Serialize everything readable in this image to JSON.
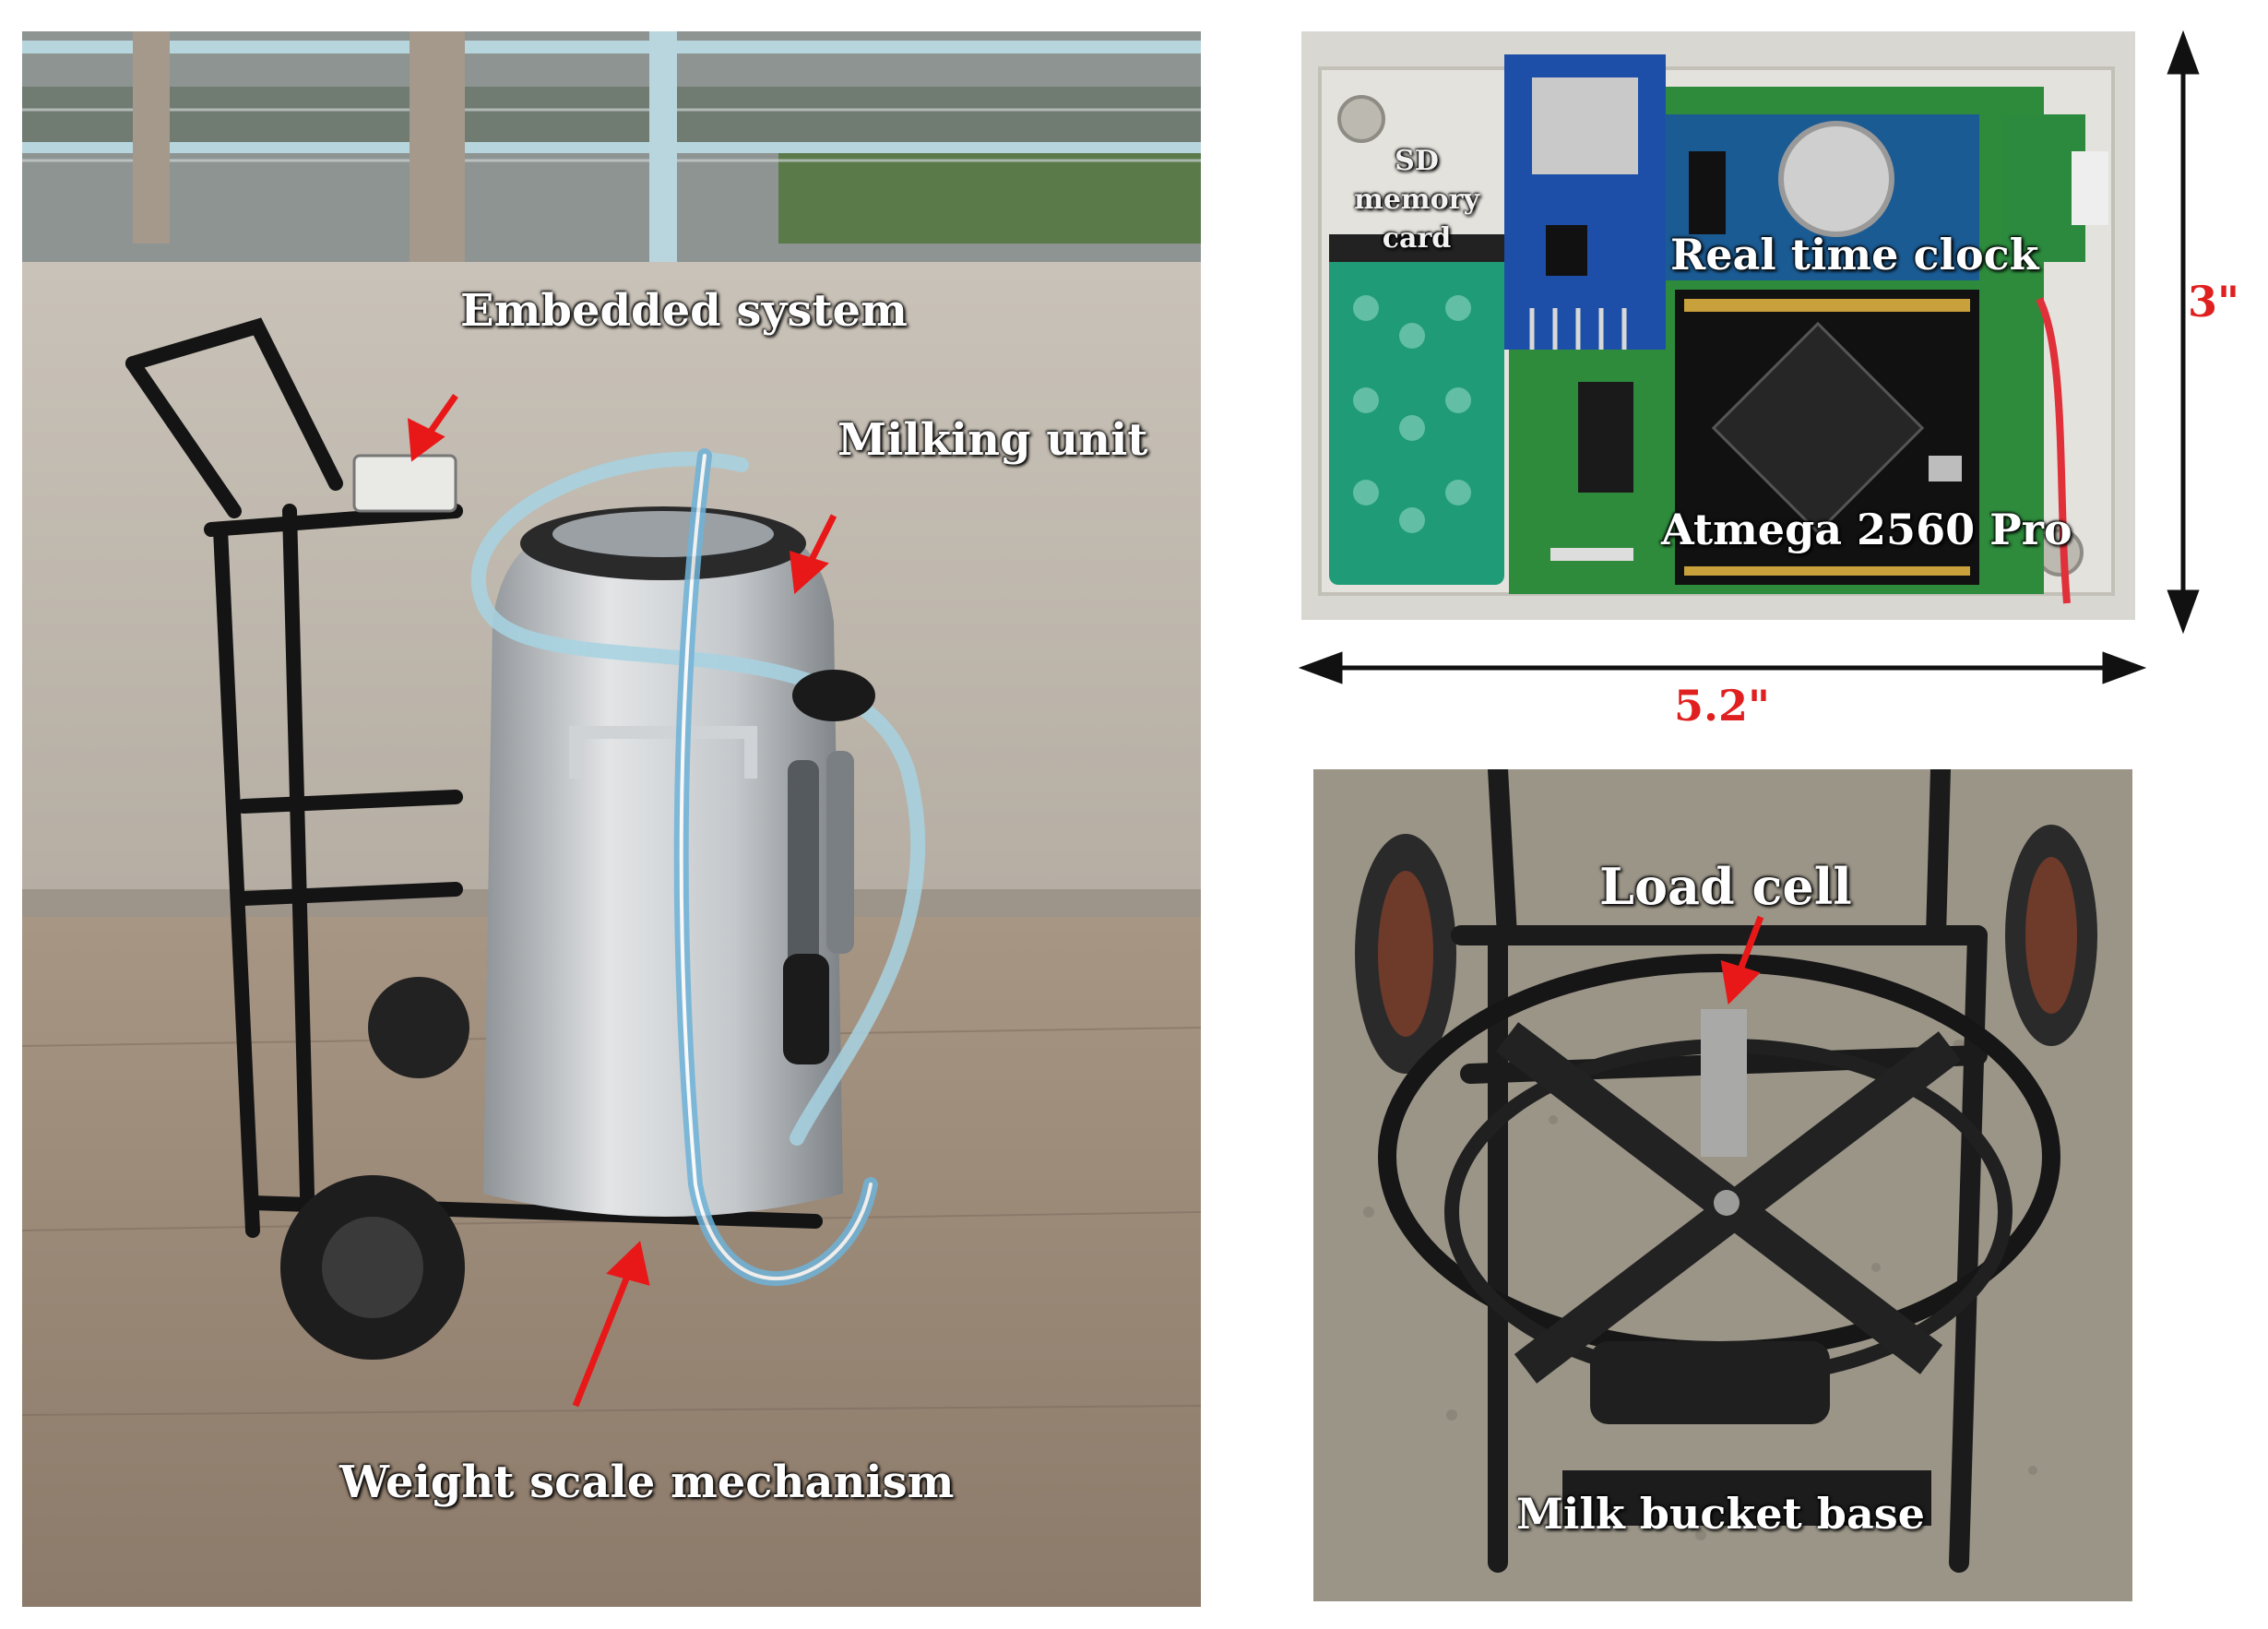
{
  "panel_left": {
    "labels": {
      "embedded_system": "Embedded system",
      "milking_unit": "Milking unit",
      "weight_scale": "Weight scale mechanism"
    }
  },
  "panel_top_right": {
    "labels": {
      "sd_card": "SD memory card",
      "rtc": "Real time clock",
      "mcu": "Atmega 2560 Pro"
    },
    "dimensions": {
      "height": "3\"",
      "width": "5.2\""
    }
  },
  "panel_bottom_right": {
    "labels": {
      "load_cell": "Load cell",
      "bucket_base": "Milk bucket base"
    }
  },
  "colors": {
    "annotation_arrow": "#e81818",
    "dimension_text": "#e02020",
    "label_text": "#ffffff"
  }
}
